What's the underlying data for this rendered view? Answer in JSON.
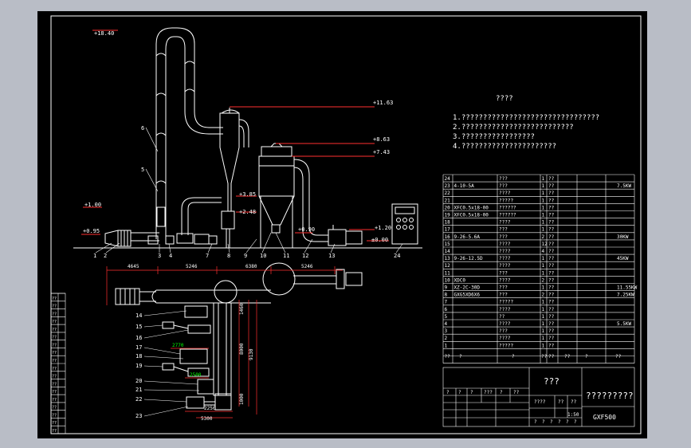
{
  "colors": {
    "background": "#000000",
    "chrome": "#b9bdc6",
    "line": "#ffffff",
    "dimension": "#ff3030",
    "dimension_text": "#ffffff",
    "highlight_text": "#00ff00"
  },
  "notes": {
    "title": "????",
    "lines": [
      "1.????????????????????????????????",
      "2.??????????????????????????",
      "3.?????????????????",
      "4.??????????????????????"
    ]
  },
  "elevations": {
    "top": "+18.40",
    "e1163": "+11.63",
    "e863": "+8.63",
    "e743": "+7.43",
    "e385": "+3.85",
    "e248": "+2.48",
    "e100": "+1.00",
    "e120": "+1.20",
    "e095": "+0.95",
    "e090": "+0.90",
    "e000": "±0.00"
  },
  "callouts_elev": [
    "1",
    "2",
    "3",
    "4",
    "7",
    "8",
    "9",
    "10",
    "11",
    "12",
    "13",
    "24",
    "5",
    "6"
  ],
  "callouts_plan": [
    "14",
    "15",
    "16",
    "17",
    "18",
    "19",
    "20",
    "21",
    "22",
    "23"
  ],
  "plan_dims": {
    "d4645": "4645",
    "d5246a": "5246",
    "d6380": "6380",
    "d5246b": "5246",
    "d2770": "2770",
    "d2500": "2500",
    "d8000": "8000",
    "d9130": "9130",
    "d1460": "1460",
    "d1000": "1000",
    "d2250": "2250",
    "d5300": "5300"
  },
  "bom": {
    "rows": [
      {
        "no": "24",
        "code": "",
        "name": "???",
        "qty": "1",
        "mat": "??",
        "note": ""
      },
      {
        "no": "23",
        "code": "4-10-5A",
        "name": "???",
        "qty": "1",
        "mat": "??",
        "note": "7.5KW"
      },
      {
        "no": "22",
        "code": "",
        "name": "????",
        "qty": "1",
        "mat": "??",
        "note": ""
      },
      {
        "no": "21",
        "code": "",
        "name": "?????",
        "qty": "1",
        "mat": "??",
        "note": ""
      },
      {
        "no": "20",
        "code": "XFC0.5x18-00",
        "name": "??????",
        "qty": "1",
        "mat": "??",
        "note": ""
      },
      {
        "no": "19",
        "code": "XFC0.5x18-00",
        "name": "??????",
        "qty": "1",
        "mat": "??",
        "note": ""
      },
      {
        "no": "18",
        "code": "",
        "name": "????",
        "qty": "1",
        "mat": "??",
        "note": ""
      },
      {
        "no": "17",
        "code": "",
        "name": "???",
        "qty": "1",
        "mat": "??",
        "note": ""
      },
      {
        "no": "16",
        "code": "9-26-5.6A",
        "name": "???",
        "qty": "2",
        "mat": "??",
        "note": "30KW"
      },
      {
        "no": "15",
        "code": "",
        "name": "????",
        "qty": "12",
        "mat": "??",
        "note": ""
      },
      {
        "no": "14",
        "code": "",
        "name": "????",
        "qty": "4",
        "mat": "??",
        "note": ""
      },
      {
        "no": "13",
        "code": "9-26-12.5D",
        "name": "????",
        "qty": "1",
        "mat": "??",
        "note": "45KW"
      },
      {
        "no": "12",
        "code": "",
        "name": "????",
        "qty": "1",
        "mat": "??",
        "note": ""
      },
      {
        "no": "11",
        "code": "",
        "name": "???",
        "qty": "1",
        "mat": "??",
        "note": ""
      },
      {
        "no": "10",
        "code": "XDC0",
        "name": "????",
        "qty": "2",
        "mat": "??",
        "note": ""
      },
      {
        "no": "9",
        "code": "XZ-2C-30D",
        "name": "???",
        "qty": "1",
        "mat": "??",
        "note": "11.55KW"
      },
      {
        "no": "8",
        "code": "GXG5XD6X6",
        "name": "???",
        "qty": "2",
        "mat": "??",
        "note": "7.25KW"
      },
      {
        "no": "7",
        "code": "",
        "name": "?????",
        "qty": "1",
        "mat": "??",
        "note": ""
      },
      {
        "no": "6",
        "code": "",
        "name": "????",
        "qty": "1",
        "mat": "??",
        "note": ""
      },
      {
        "no": "5",
        "code": "",
        "name": "??",
        "qty": "1",
        "mat": "??",
        "note": ""
      },
      {
        "no": "4",
        "code": "",
        "name": "????",
        "qty": "1",
        "mat": "??",
        "note": "5.5KW"
      },
      {
        "no": "3",
        "code": "",
        "name": "???",
        "qty": "1",
        "mat": "??",
        "note": ""
      },
      {
        "no": "2",
        "code": "",
        "name": "????",
        "qty": "1",
        "mat": "??",
        "note": ""
      },
      {
        "no": "1",
        "code": "",
        "name": "?????",
        "qty": "1",
        "mat": "??",
        "note": ""
      }
    ],
    "header": {
      "no": "??",
      "code": "?",
      "name": "?",
      "qty": "??",
      "mat": "??",
      "weight": "??",
      "total": "?",
      "note": "??"
    }
  },
  "title_block": {
    "drawing_name": "???",
    "company": "?????????",
    "scale": "1:50",
    "code": "GXF500",
    "row1": [
      "?",
      "?",
      "?",
      "???",
      "?",
      "??"
    ],
    "row2": [
      "????",
      "??",
      "??"
    ],
    "row3": [
      "?",
      "?",
      "?",
      "?",
      "?",
      "?"
    ]
  },
  "left_strip": {
    "cells": [
      "??",
      "??",
      "??",
      "??",
      "??",
      "??",
      "??",
      "??",
      "??",
      "??",
      "??",
      "??",
      "??",
      "??",
      "??",
      "??",
      "??",
      "??"
    ]
  }
}
